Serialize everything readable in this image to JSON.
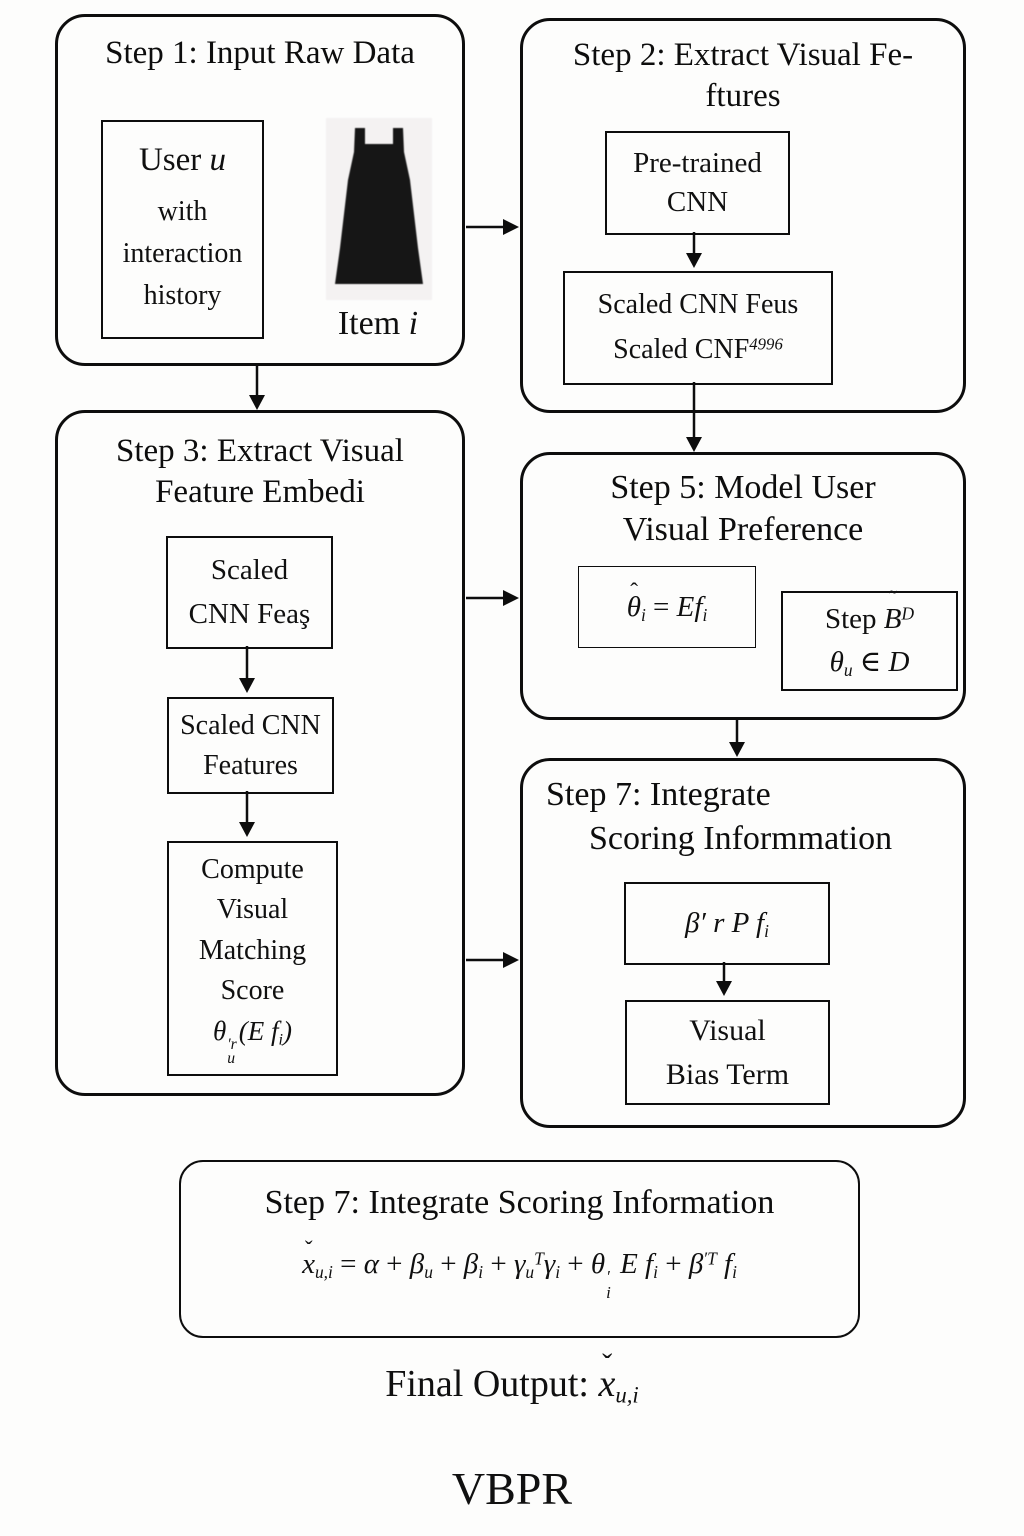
{
  "diagram": {
    "subject": "VBPR flow diagram",
    "colors": {
      "ink": "#0d0d0d",
      "background": "#fdfdfc",
      "dress_background": "#f4f2f2",
      "dress_fill": "#161616"
    }
  },
  "step1": {
    "title": "Step 1: Input Raw Data"
  },
  "step2": {
    "title_line1": "Step 2: Extract Visual Fe-",
    "title_line2": "ftures",
    "node1_line1": "Pre-trained",
    "node1_line2": "CNN",
    "node2_line1": "Scaled CNN Feus"
  },
  "step3": {
    "title_line1": "Step 3: Extract Visual",
    "title_line2": "Feature Embedi",
    "node1_line1": "Scaled",
    "node1_line2": "CNN Feaş",
    "node2_line1": "Scaled CNN",
    "node2_line2": "Features",
    "node3_lines": [
      "Compute",
      "Visual",
      "Matching",
      "Score"
    ]
  },
  "step5": {
    "title_line1": "Step 5: Model User",
    "title_line2": "Visual Preference"
  },
  "step7": {
    "title_line1": "Step 7: Integrate",
    "title_line2": "Scoring Informmation",
    "node2_line1": "Visual",
    "node2_line2": "Bias Term"
  },
  "bottom_box": {
    "title": "Step 7: Integrate Scoring Information"
  },
  "footer": {
    "model_name": "VBPR"
  },
  "user_box_lines": [
    "with",
    "interaction",
    "history"
  ],
  "formulas": {
    "user_u": [
      {
        "t": "rom",
        "v": "User "
      },
      {
        "t": "txt",
        "v": "u"
      }
    ],
    "item_i": [
      {
        "t": "rom",
        "v": "Item "
      },
      {
        "t": "txt",
        "v": "i"
      }
    ],
    "scaled_cnf": [
      {
        "t": "rom",
        "v": "Scaled CNF"
      },
      {
        "t": "sup",
        "v": "4996"
      }
    ],
    "theta_hat": [
      {
        "t": "acc",
        "v": "θ",
        "a": "ˆ"
      },
      {
        "t": "sub",
        "v": "i"
      },
      {
        "t": "rom",
        "v": " = "
      },
      {
        "t": "txt",
        "v": "Ef"
      },
      {
        "t": "sub",
        "v": "i"
      }
    ],
    "step_bd": [
      {
        "t": "rom",
        "v": "Step "
      },
      {
        "t": "acc",
        "v": "B",
        "a": "˜"
      },
      {
        "t": "sup",
        "v": "D"
      }
    ],
    "theta_u_in_d": [
      {
        "t": "txt",
        "v": "θ"
      },
      {
        "t": "sub",
        "v": "u"
      },
      {
        "t": "rom",
        "v": " ∈ "
      },
      {
        "t": "txt",
        "v": "D"
      }
    ],
    "matching_score": [
      {
        "t": "txt",
        "v": "θ"
      },
      {
        "t": "stack",
        "sup": "′r",
        "sub": "u"
      },
      {
        "t": "txt",
        "v": "(E f"
      },
      {
        "t": "sub",
        "v": "i"
      },
      {
        "t": "txt",
        "v": ")"
      }
    ],
    "beta_rpf": [
      {
        "t": "txt",
        "v": "β′ r P f"
      },
      {
        "t": "sub",
        "v": "i"
      }
    ],
    "main_score": [
      {
        "t": "acc",
        "v": "x",
        "a": "ˇ"
      },
      {
        "t": "sub",
        "v": "u,i"
      },
      {
        "t": "rom",
        "v": " = "
      },
      {
        "t": "txt",
        "v": "α"
      },
      {
        "t": "rom",
        "v": " + "
      },
      {
        "t": "txt",
        "v": "β"
      },
      {
        "t": "sub",
        "v": "u"
      },
      {
        "t": "rom",
        "v": " + "
      },
      {
        "t": "txt",
        "v": "β"
      },
      {
        "t": "sub",
        "v": "i"
      },
      {
        "t": "rom",
        "v": " + "
      },
      {
        "t": "txt",
        "v": "γ"
      },
      {
        "t": "sub",
        "v": "u"
      },
      {
        "t": "sup",
        "v": "T"
      },
      {
        "t": "txt",
        "v": "γ"
      },
      {
        "t": "sub",
        "v": "i"
      },
      {
        "t": "rom",
        "v": " + "
      },
      {
        "t": "txt",
        "v": "θ"
      },
      {
        "t": "stack",
        "sup": "′",
        "sub": "i"
      },
      {
        "t": "txt",
        "v": " E f"
      },
      {
        "t": "sub",
        "v": "i"
      },
      {
        "t": "rom",
        "v": " + "
      },
      {
        "t": "txt",
        "v": "β"
      },
      {
        "t": "sup",
        "v": "′T"
      },
      {
        "t": "txt",
        "v": " f"
      },
      {
        "t": "sub",
        "v": "i"
      }
    ],
    "final_line": [
      {
        "t": "rom",
        "v": "Final Output: "
      },
      {
        "t": "acc",
        "v": "x",
        "a": "ˇ"
      },
      {
        "t": "sub",
        "v": "u,i"
      }
    ]
  }
}
